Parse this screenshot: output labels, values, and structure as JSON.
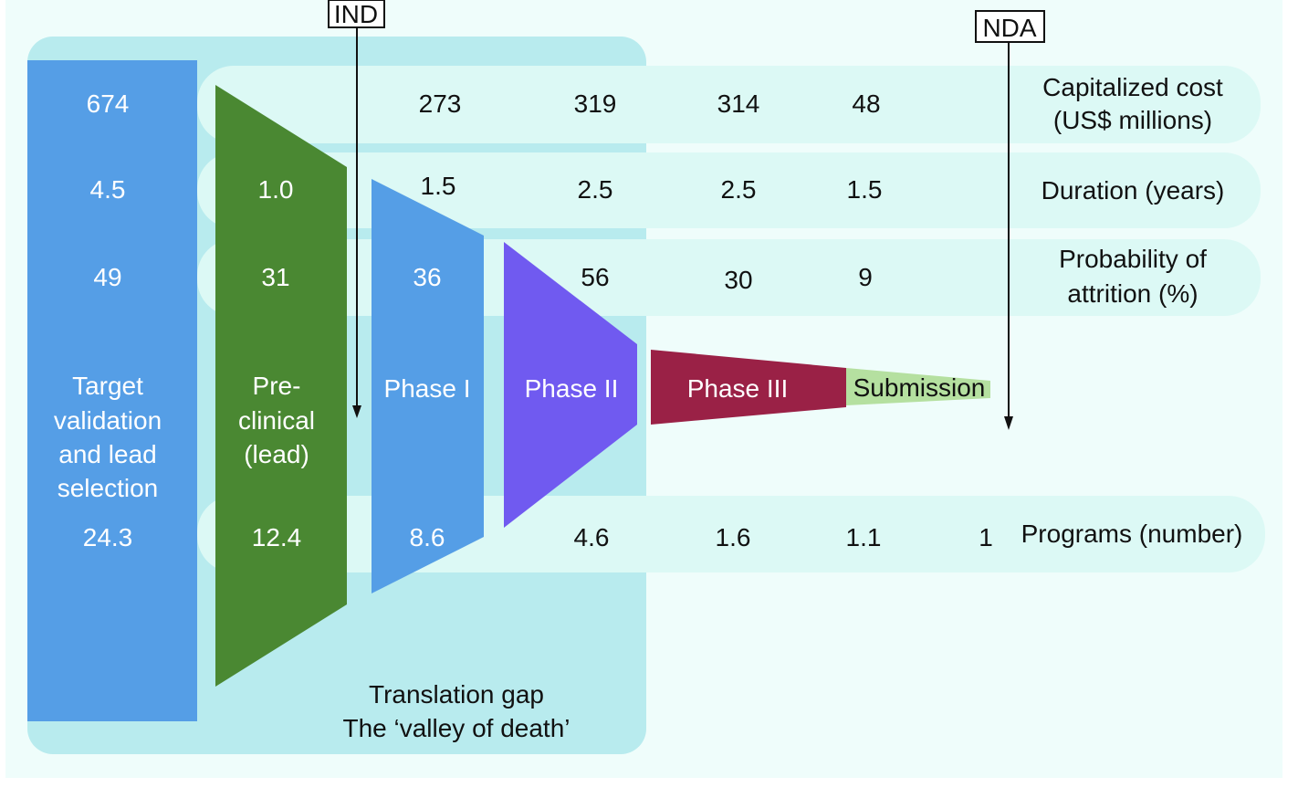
{
  "markers": {
    "ind": "IND",
    "nda": "NDA"
  },
  "row_labels": {
    "cost": [
      "Capitalized cost",
      "(US$ millions)"
    ],
    "duration": "Duration (years)",
    "attrition": [
      "Probability of",
      "attrition (%)"
    ],
    "programs": "Programs (number)"
  },
  "stages": {
    "target": {
      "label": [
        "Target",
        "validation",
        "and lead",
        "selection"
      ],
      "cost": "674",
      "duration": "4.5",
      "attrition": "49",
      "programs": "24.3"
    },
    "preclinical": {
      "label": [
        "Pre-",
        "clinical",
        "(lead)"
      ],
      "cost": "273",
      "duration": "1.0",
      "attrition": "31",
      "programs": "12.4"
    },
    "phase1": {
      "label": "Phase I",
      "cost": "319",
      "duration": "1.5",
      "attrition": "36",
      "programs": "8.6"
    },
    "phase2": {
      "label": "Phase II",
      "cost": "314",
      "duration": "2.5",
      "attrition": "56",
      "programs": "4.6"
    },
    "phase3": {
      "label": "Phase III",
      "cost": "48",
      "duration": "2.5",
      "attrition": "30",
      "programs": "1.6"
    },
    "submission": {
      "label": "Submission",
      "duration": "1.5",
      "attrition": "9",
      "programs": "1.1"
    },
    "final": {
      "programs": "1"
    }
  },
  "gap_label": [
    "Translation gap",
    "The ‘valley of death’"
  ],
  "colors": {
    "target": "#559ee6",
    "preclinical": "#4a8832",
    "phase1": "#559ee6",
    "phase2": "#705af0",
    "phase3": "#9a2146",
    "submission": "#b5e0a0"
  }
}
